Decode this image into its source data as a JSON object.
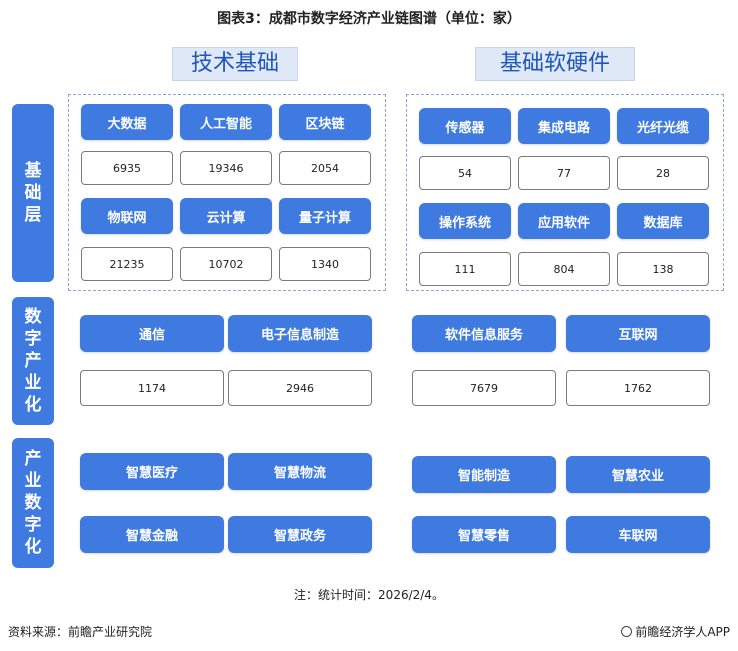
{
  "title": "图表3：成都市数字经济产业链图谱（单位：家）",
  "headers": {
    "tech": "技术基础",
    "hardware": "基础软硬件"
  },
  "side_labels": {
    "base": "基础层",
    "digital_industry": "数字产业化",
    "industry_digital": "产业数字化"
  },
  "tech_foundation": [
    {
      "label": "大数据",
      "value": "6935"
    },
    {
      "label": "人工智能",
      "value": "19346"
    },
    {
      "label": "区块链",
      "value": "2054"
    },
    {
      "label": "物联网",
      "value": "21235"
    },
    {
      "label": "云计算",
      "value": "10702"
    },
    {
      "label": "量子计算",
      "value": "1340"
    }
  ],
  "basic_hw_sw": [
    {
      "label": "传感器",
      "value": "54"
    },
    {
      "label": "集成电路",
      "value": "77"
    },
    {
      "label": "光纤光缆",
      "value": "28"
    },
    {
      "label": "操作系统",
      "value": "111"
    },
    {
      "label": "应用软件",
      "value": "804"
    },
    {
      "label": "数据库",
      "value": "138"
    }
  ],
  "digital_industrialization": [
    {
      "label": "通信",
      "value": "1174"
    },
    {
      "label": "电子信息制造",
      "value": "2946"
    },
    {
      "label": "软件信息服务",
      "value": "7679"
    },
    {
      "label": "互联网",
      "value": "1762"
    }
  ],
  "industrial_digitalization": [
    "智慧医疗",
    "智慧物流",
    "智能制造",
    "智慧农业",
    "智慧金融",
    "智慧政务",
    "智慧零售",
    "车联网"
  ],
  "note": "注：统计时间：2026/2/4。",
  "source": "资料来源：前瞻产业研究院",
  "brand": "前瞻经济学人APP",
  "colors": {
    "primary_blue": "#3f7ae0",
    "header_bg": "#dfe8f7",
    "header_text": "#1f57b8"
  }
}
